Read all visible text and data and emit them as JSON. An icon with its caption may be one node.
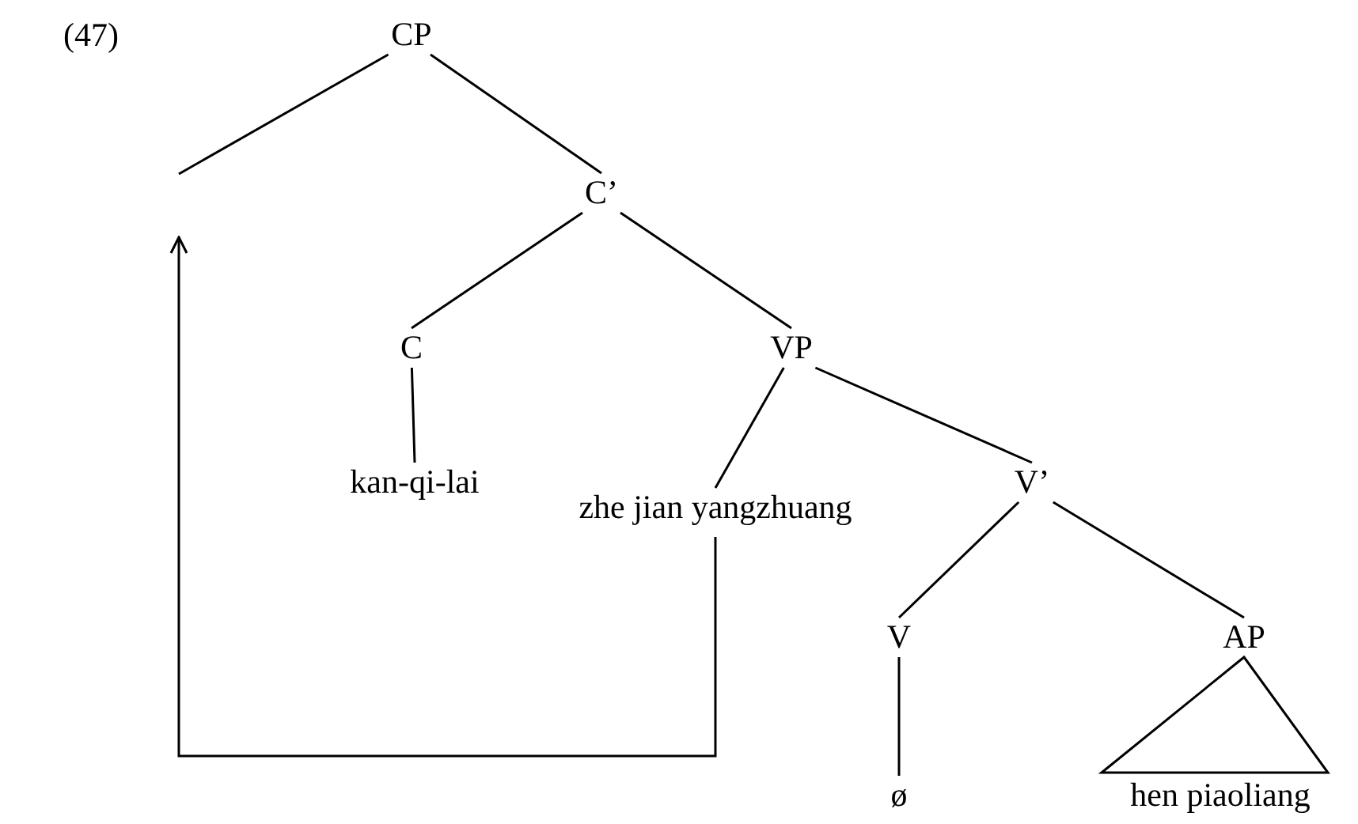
{
  "diagram": {
    "nodes": [
      {
        "text": [
          "CP"
        ]
      },
      {
        "text": [
          "C’"
        ]
      },
      {
        "text": [
          "C"
        ]
      },
      {
        "text": [
          "VP"
        ]
      },
      {
        "text": [
          "kan-qi-lai"
        ]
      },
      {
        "text": [
          "zhe jian yangzhuang"
        ]
      },
      {
        "text": [
          "V’"
        ]
      },
      {
        "text": [
          "V"
        ]
      },
      {
        "text": [
          "AP"
        ]
      },
      {
        "text": [
          "ø"
        ]
      },
      {
        "text": [
          "hen piaoliang"
        ]
      }
    ],
    "edges": [
      {
        "from": 0,
        "to": null,
        "arrow": "none"
      },
      {
        "from": 0,
        "to": 1,
        "arrow": "none"
      },
      {
        "from": 1,
        "to": 2,
        "arrow": "none"
      },
      {
        "from": 1,
        "to": 3,
        "arrow": "none"
      },
      {
        "from": 2,
        "to": 4,
        "arrow": "none"
      },
      {
        "from": 3,
        "to": 5,
        "arrow": "none"
      },
      {
        "from": 3,
        "to": 6,
        "arrow": "none"
      },
      {
        "from": 6,
        "to": 7,
        "arrow": "none"
      },
      {
        "from": 6,
        "to": 8,
        "arrow": "none"
      },
      {
        "from": 7,
        "to": 9,
        "arrow": "none"
      },
      {
        "from": 8,
        "to": 10,
        "arrow": "none"
      },
      {
        "from": 5,
        "to": null,
        "arrow": "to"
      }
    ],
    "labels": [
      "(47)"
    ]
  }
}
